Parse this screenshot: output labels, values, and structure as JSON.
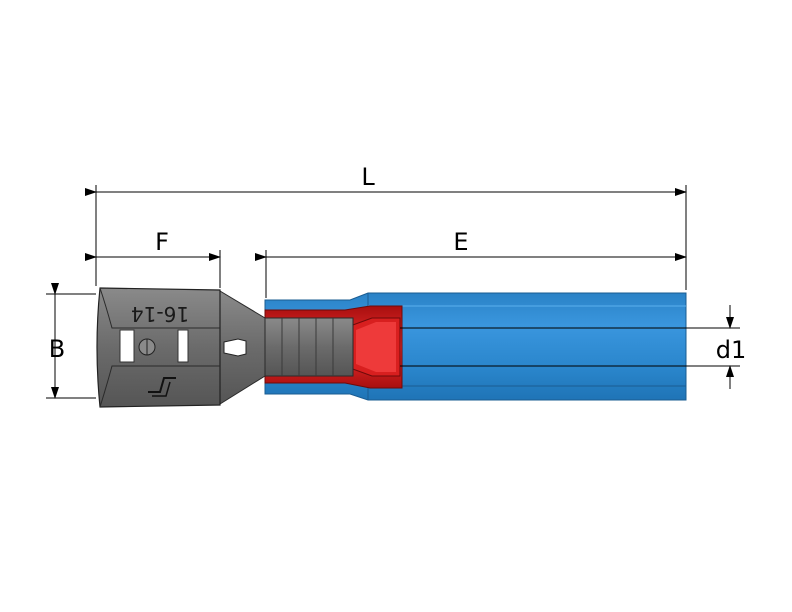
{
  "dimensions": {
    "overall_length": "L",
    "connector_length": "F",
    "insulation_length": "E",
    "width": "B",
    "wire_diameter": "d1"
  },
  "stamp": {
    "wire_range": "16-14"
  },
  "colors": {
    "metal": "#6a6a6a",
    "insulation_blue": "#2f8fd6",
    "sleeve_red": "#d11a1a",
    "dimension_line": "#000000"
  }
}
